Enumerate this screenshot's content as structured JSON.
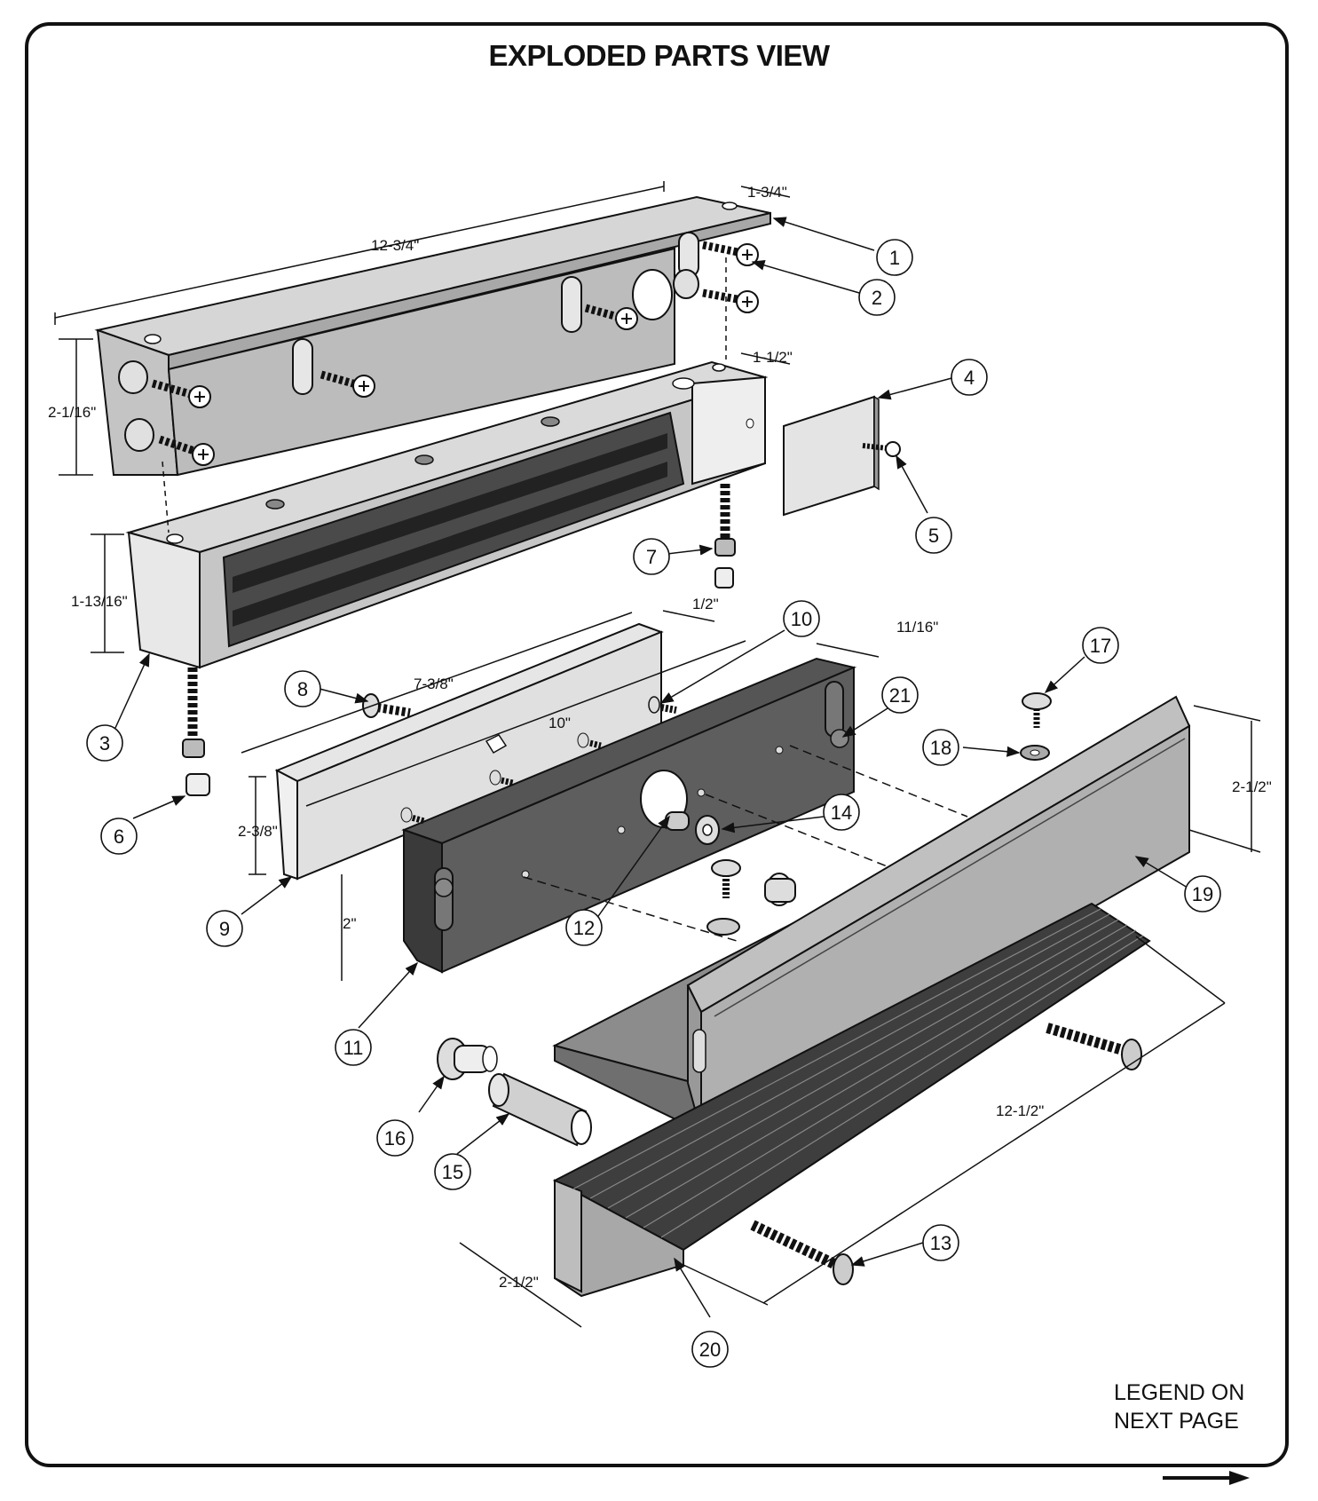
{
  "title": "EXPLODED PARTS VIEW",
  "dimensions": {
    "d_12_3_4": "12-3/4\"",
    "d_1_3_4": "1-3/4\"",
    "d_2_1_16": "2-1/16\"",
    "d_1_1_2": "1-1/2\"",
    "d_1_13_16": "1-13/16\"",
    "d_1_2": "1/2\"",
    "d_7_3_8": "7-3/8\"",
    "d_10": "10\"",
    "d_11_16": "11/16\"",
    "d_2_3_8": "2-3/8\"",
    "d_2": "2\"",
    "d_2_1_2_right": "2-1/2\"",
    "d_12_1_2": "12-1/2\"",
    "d_2_1_2_bottom": "2-1/2\""
  },
  "callouts": [
    "1",
    "2",
    "3",
    "4",
    "5",
    "6",
    "7",
    "8",
    "9",
    "10",
    "11",
    "12",
    "13",
    "14",
    "15",
    "16",
    "17",
    "18",
    "19",
    "20",
    "21"
  ],
  "legend": {
    "line1": "LEGEND ON",
    "line2": "NEXT PAGE"
  }
}
